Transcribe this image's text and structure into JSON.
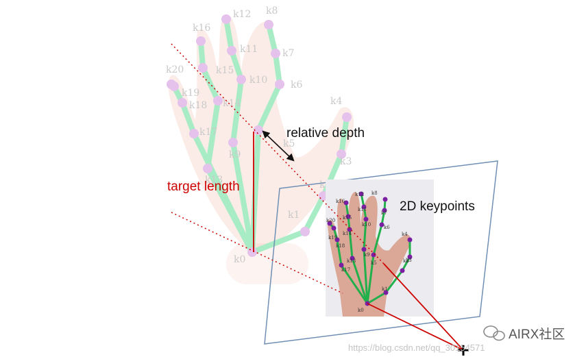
{
  "labels": {
    "relative_depth": "relative depth",
    "target_length": "target length",
    "keypoints_2d": "2D keypoints"
  },
  "keypoints_3d": [
    "k0",
    "k1",
    "k2",
    "k3",
    "k4",
    "k5",
    "k6",
    "k7",
    "k8",
    "k9",
    "k10",
    "k11",
    "k12",
    "k13",
    "k14",
    "k15",
    "k16",
    "k17",
    "k18",
    "k19",
    "k20"
  ],
  "keypoints_2d": [
    "k0",
    "k1",
    "k2",
    "k3",
    "k4",
    "k5",
    "k6",
    "k7",
    "k8",
    "k9",
    "k10",
    "k11",
    "k12",
    "k13",
    "k14",
    "k15",
    "k16",
    "k17",
    "k18",
    "k19",
    "k20"
  ],
  "watermark": {
    "url_text": "https://blog.csdn.net/qq_30154571",
    "brand_text": "AIRX社区"
  },
  "colors": {
    "target_length": "#cc0000",
    "plane_border": "#6f8fb5",
    "skeleton_2d": "#21b04b",
    "joint_2d": "#7a1fa2",
    "skeleton_3d": "#a8ecc6",
    "joint_3d": "#e5c2ec",
    "label_3d": "#c9c9c9"
  }
}
